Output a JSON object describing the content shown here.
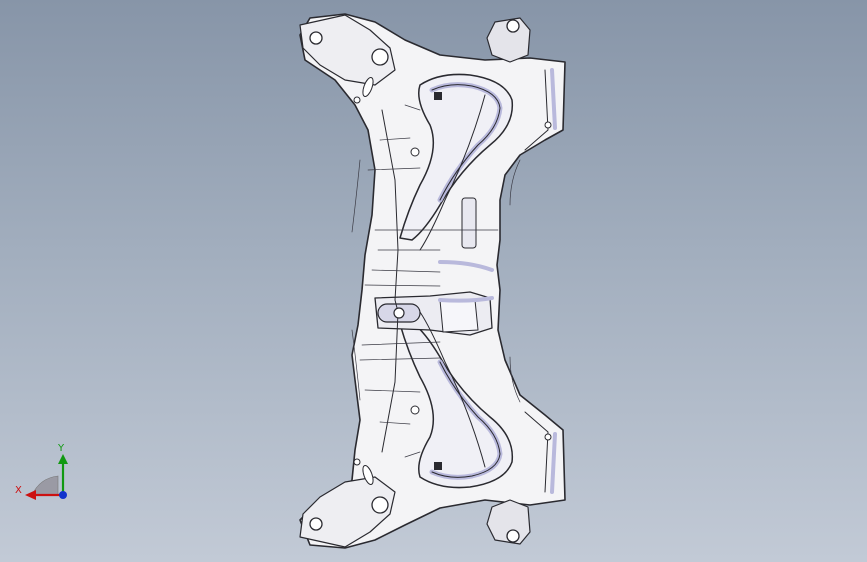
{
  "viewport": {
    "background_top": "#8795a8",
    "background_bottom": "#c2cad6",
    "model_name": "subframe-model",
    "model_edge_color": "#2a2a30",
    "model_fill_color": "#f4f4f6",
    "model_accent_color": "#b9b9dc"
  },
  "triad": {
    "y_label": "Y",
    "x_label": "X",
    "y_color": "#119911",
    "x_color": "#cc1111",
    "z_color": "#1133cc"
  }
}
